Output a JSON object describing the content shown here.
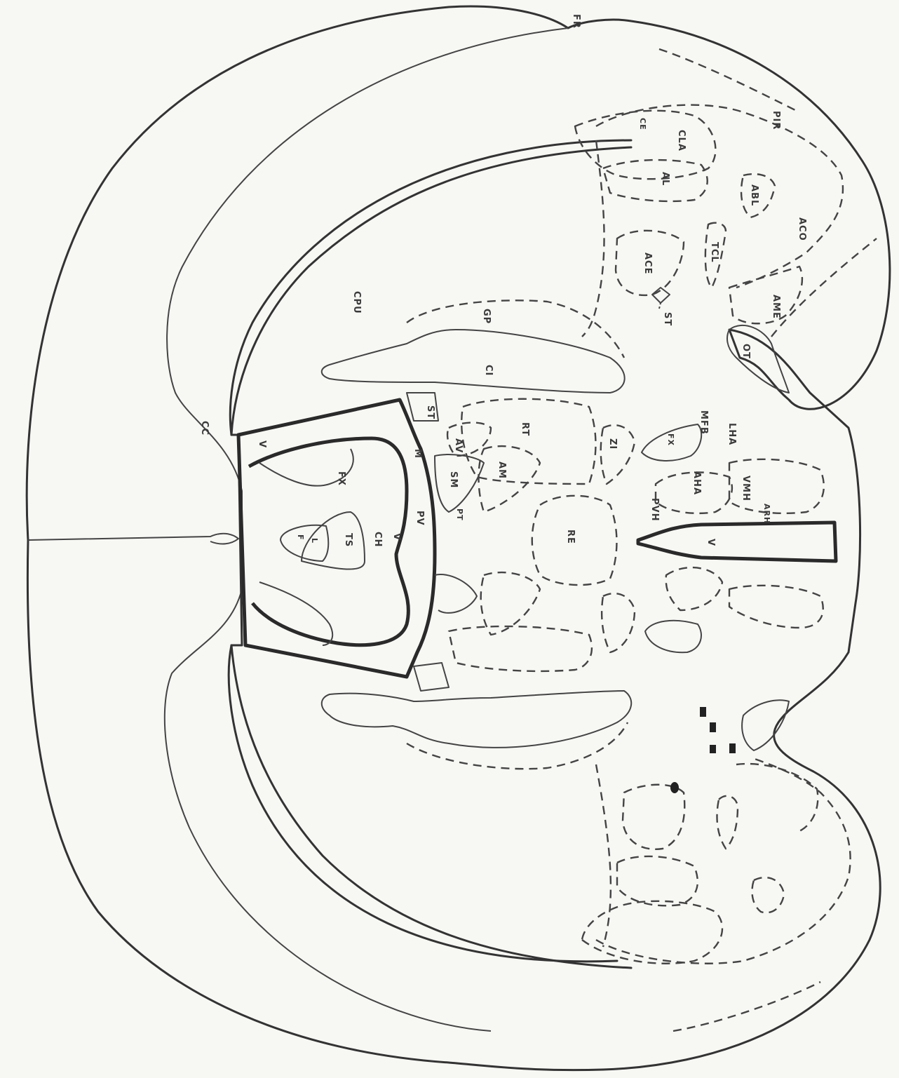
{
  "labels": {
    "fr": "FR",
    "cc": "CC",
    "cpu": "CPU",
    "gp": "GP",
    "ci": "CI",
    "st": "ST",
    "st_arrow": "ST",
    "v_upper": "V",
    "fx_upper": "FX",
    "f": "F",
    "l": "L",
    "ts": "TS",
    "ch": "CH",
    "v_mid": "V",
    "pv": "PV",
    "sm": "SM",
    "m": "M",
    "av": "AV",
    "pt": "PT",
    "am": "AM",
    "rt": "RT",
    "re": "RE",
    "zi": "ZI",
    "pvh": "PVH",
    "v_lower": "V",
    "aha": "AHA",
    "vmh": "VMH",
    "arh": "ARH",
    "fx_lower": "FX",
    "mfb": "MFB",
    "lha": "LHA",
    "ot": "OT",
    "ame": "AME",
    "aco": "ACO",
    "tcl": "TCL",
    "abl": "ABL",
    "ace": "ACE",
    "al": "AL",
    "cla": "CLA",
    "ce": "CE",
    "pir": "PIR"
  },
  "colors": {
    "ink": "#333333",
    "paper": "#f7f7f4"
  }
}
